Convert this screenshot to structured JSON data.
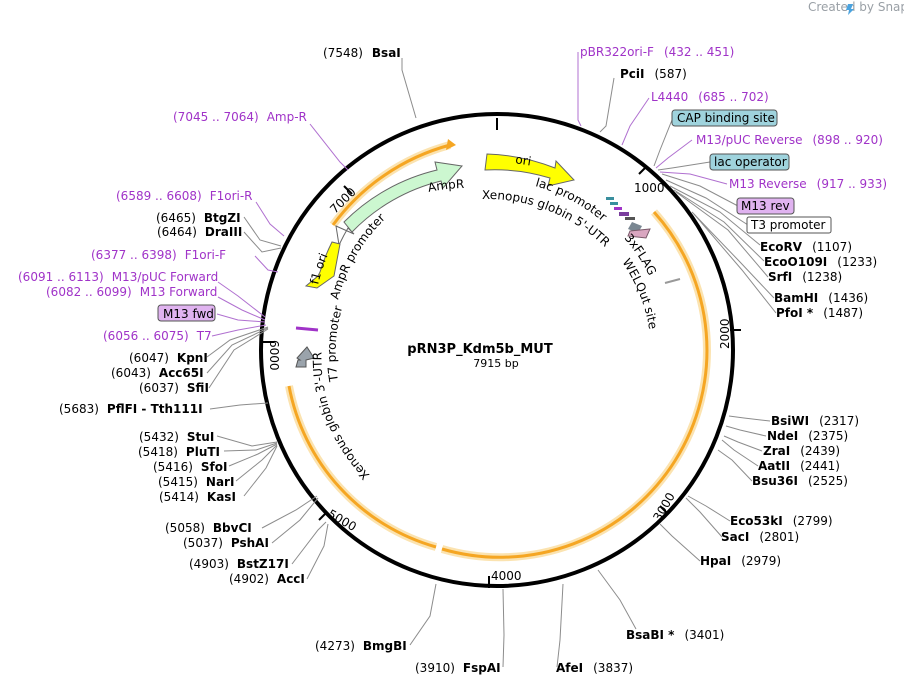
{
  "credit": "Created by SnapGene",
  "plasmid": {
    "name": "pRN3P_Kdm5b_MUT",
    "length": "7915 bp"
  },
  "ticks": [
    "1000",
    "2000",
    "3000",
    "4000",
    "5000",
    "6000",
    "7000"
  ],
  "left_labels": [
    {
      "num": "(7548)",
      "name": "BsaI"
    },
    {
      "range": "(7045 .. 7064)",
      "name": "Amp-R"
    },
    {
      "range": "(6589 .. 6608)",
      "name": "F1ori-R"
    },
    {
      "num": "(6465)",
      "name": "BtgZI"
    },
    {
      "num": "(6464)",
      "name": "DraIII"
    },
    {
      "range": "(6377 .. 6398)",
      "name": "F1ori-F"
    },
    {
      "range": "(6091 .. 6113)",
      "name": "M13/pUC Forward"
    },
    {
      "range": "(6082 .. 6099)",
      "name": "M13 Forward"
    },
    {
      "box": "M13 fwd"
    },
    {
      "range": "(6056 .. 6075)",
      "name": "T7"
    },
    {
      "num": "(6047)",
      "name": "KpnI"
    },
    {
      "num": "(6043)",
      "name": "Acc65I"
    },
    {
      "num": "(6037)",
      "name": "SfiI"
    },
    {
      "num": "(5683)",
      "name": "PflFI  -  Tth111I"
    },
    {
      "num": "(5432)",
      "name": "StuI"
    },
    {
      "num": "(5418)",
      "name": "PluTI"
    },
    {
      "num": "(5416)",
      "name": "SfoI"
    },
    {
      "num": "(5415)",
      "name": "NarI"
    },
    {
      "num": "(5414)",
      "name": "KasI"
    },
    {
      "num": "(5058)",
      "name": "BbvCI"
    },
    {
      "num": "(5037)",
      "name": "PshAI"
    },
    {
      "num": "(4903)",
      "name": "BstZ17I"
    },
    {
      "num": "(4902)",
      "name": "AccI"
    },
    {
      "num": "(4273)",
      "name": "BmgBI"
    },
    {
      "num": "(3910)",
      "name": "FspAI"
    }
  ],
  "right_labels": [
    {
      "name": "pBR322ori-F",
      "range": "(432 .. 451)"
    },
    {
      "name": "PciI",
      "num": "(587)"
    },
    {
      "name": "L4440",
      "range": "(685 .. 702)"
    },
    {
      "box": "CAP binding site"
    },
    {
      "name": "M13/pUC Reverse",
      "range": "(898 .. 920)"
    },
    {
      "box": "lac operator"
    },
    {
      "name": "M13 Reverse",
      "range": "(917 .. 933)"
    },
    {
      "box": "M13 rev"
    },
    {
      "box": "T3 promoter"
    },
    {
      "name": "EcoRV",
      "num": "(1107)"
    },
    {
      "name": "EcoO109I",
      "num": "(1233)"
    },
    {
      "name": "SrfI",
      "num": "(1238)"
    },
    {
      "name": "BamHI",
      "num": "(1436)"
    },
    {
      "name": "PfoI *",
      "num": "(1487)"
    },
    {
      "name": "BsiWI",
      "num": "(2317)"
    },
    {
      "name": "NdeI",
      "num": "(2375)"
    },
    {
      "name": "ZraI",
      "num": "(2439)"
    },
    {
      "name": "AatII",
      "num": "(2441)"
    },
    {
      "name": "Bsu36I",
      "num": "(2525)"
    },
    {
      "name": "Eco53kI",
      "num": "(2799)"
    },
    {
      "name": "SacI",
      "num": "(2801)"
    },
    {
      "name": "HpaI",
      "num": "(2979)"
    },
    {
      "name": "BsaBI *",
      "num": "(3401)"
    },
    {
      "name": "AfeI",
      "num": "(3837)"
    }
  ],
  "features": {
    "ori": "ori",
    "ampr": "AmpR",
    "ampr_promoter": "AmpR promoter",
    "f1ori": "f1 ori",
    "lac_promoter": "lac promoter",
    "xeno5": "Xenopus globin 5'-UTR",
    "flag": "3xFLAG",
    "wel": "WELQut site",
    "t7": "T7 promoter",
    "xeno3": "Xenopus globin 3'-UTR"
  },
  "colors": {
    "backbone": "#000000",
    "orf": "#f5a623",
    "orf_glow": "#fbe3b0",
    "ori": "#ffff00",
    "ampr": "#ccf7d0",
    "primer": "#a033c8",
    "cap_box": "#9fd3dd",
    "rev_box": "#e0b3f0",
    "lead": "#8c8c8c"
  },
  "icons": [
    "snapgene-logo-icon"
  ]
}
